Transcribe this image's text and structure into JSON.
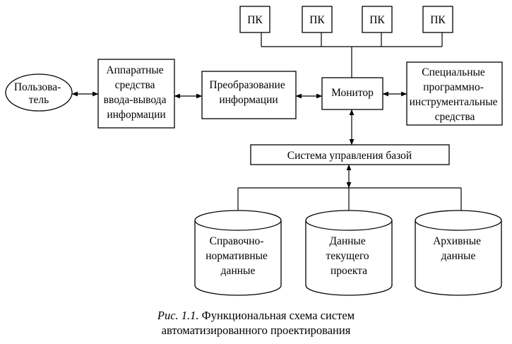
{
  "diagram": {
    "pcs": [
      "ПК",
      "ПК",
      "ПК",
      "ПК"
    ],
    "user": {
      "lines": [
        "Пользова-",
        "тель"
      ]
    },
    "hardware": {
      "lines": [
        "Аппаратные",
        "средства",
        "ввода-вывода",
        "информации"
      ]
    },
    "conversion": {
      "lines": [
        "Преобразование",
        "информации"
      ]
    },
    "monitor": {
      "lines": [
        "Монитор"
      ]
    },
    "special_tools": {
      "lines": [
        "Специальные",
        "программно-",
        "инструментальные",
        "средства"
      ]
    },
    "dbms": {
      "lines": [
        "Система управления базой"
      ]
    },
    "databases": [
      {
        "lines": [
          "Справочно-",
          "нормативные",
          "данные"
        ]
      },
      {
        "lines": [
          "Данные",
          "текущего",
          "проекта"
        ]
      },
      {
        "lines": [
          "Архивные",
          "данные"
        ]
      }
    ]
  },
  "caption": {
    "label": "Рис. 1.1.",
    "line1": "Функциональная схема систем",
    "line2": "автоматизированного проектирования"
  }
}
